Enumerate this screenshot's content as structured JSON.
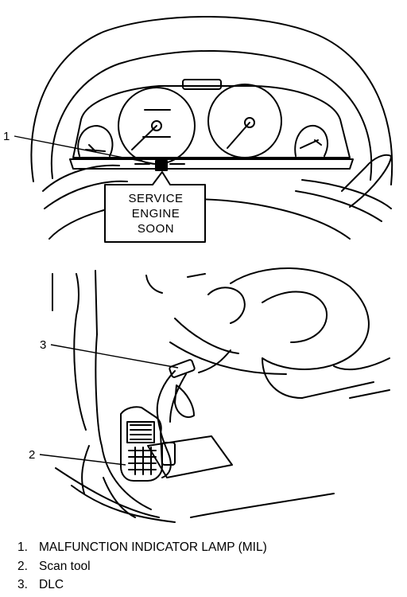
{
  "callouts": {
    "mil": "1",
    "scan_tool": "2",
    "dlc": "3"
  },
  "mil_lamp": {
    "line1": "SERVICE",
    "line2": "ENGINE",
    "line3": "SOON"
  },
  "legend": [
    {
      "num": "1.",
      "text": "MALFUNCTION INDICATOR LAMP (MIL)"
    },
    {
      "num": "2.",
      "text": "Scan tool"
    },
    {
      "num": "3.",
      "text": "DLC"
    }
  ],
  "colors": {
    "ink": "#000000",
    "paper": "#ffffff"
  }
}
